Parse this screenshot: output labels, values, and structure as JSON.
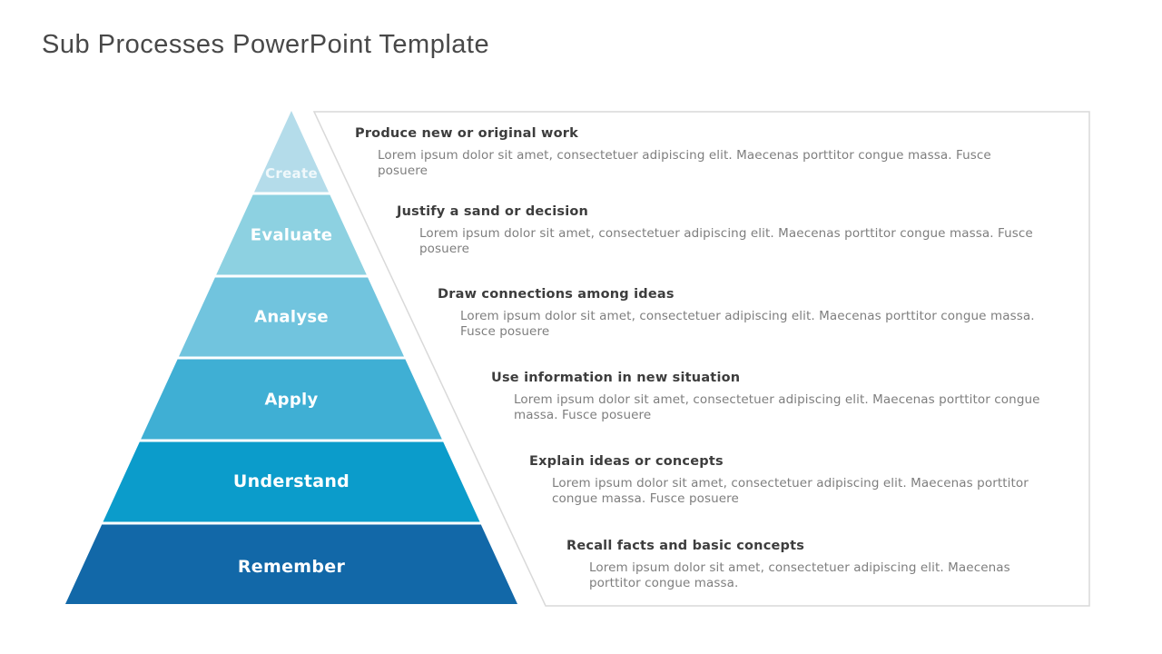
{
  "page": {
    "title": "Sub Processes PowerPoint Template",
    "background_color": "#ffffff"
  },
  "panel": {
    "border_color": "#d9d9d9",
    "fill_color": "#ffffff"
  },
  "pyramid": {
    "levels": [
      {
        "label": "Create",
        "color": "#b4dcea"
      },
      {
        "label": "Evaluate",
        "color": "#8dd1e1"
      },
      {
        "label": "Analyse",
        "color": "#71c4de"
      },
      {
        "label": "Apply",
        "color": "#3fafd4"
      },
      {
        "label": "Understand",
        "color": "#0b9ccb"
      },
      {
        "label": "Remember",
        "color": "#1268a8"
      }
    ]
  },
  "blocks": [
    {
      "heading": "Produce new or original work",
      "body": "Lorem ipsum dolor sit amet, consectetuer adipiscing elit. Maecenas porttitor congue massa. Fusce posuere"
    },
    {
      "heading": "Justify a sand or decision",
      "body": "Lorem ipsum dolor sit amet, consectetuer adipiscing elit. Maecenas porttitor congue massa. Fusce posuere"
    },
    {
      "heading": "Draw connections among ideas",
      "body": "Lorem ipsum dolor sit amet, consectetuer adipiscing elit. Maecenas porttitor congue massa. Fusce posuere"
    },
    {
      "heading": "Use information in new situation",
      "body": "Lorem ipsum dolor sit amet, consectetuer adipiscing elit. Maecenas porttitor congue massa. Fusce posuere"
    },
    {
      "heading": "Explain ideas or concepts",
      "body": "Lorem ipsum dolor sit amet, consectetuer adipiscing elit. Maecenas porttitor congue massa. Fusce posuere"
    },
    {
      "heading": "Recall facts and basic concepts",
      "body": "Lorem ipsum dolor sit amet, consectetuer adipiscing elit. Maecenas porttitor congue massa."
    }
  ]
}
